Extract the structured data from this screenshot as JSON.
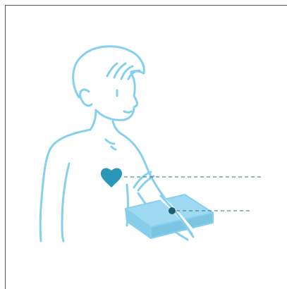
{
  "figure": {
    "subject": "person-with-blood-pressure-cuff",
    "icons": [
      "heart-icon"
    ],
    "colors": {
      "outline": "#86d0ee",
      "fill_light": "#9fd9f1",
      "heart": "#2a97b8",
      "marker": "#1f5f74",
      "leader_line": "#2f6f82",
      "frame": "#555555",
      "background": "#ffffff"
    },
    "callouts": [
      {
        "target": "heart-level-cuff",
        "label": ""
      },
      {
        "target": "arm-support",
        "label": ""
      }
    ]
  }
}
